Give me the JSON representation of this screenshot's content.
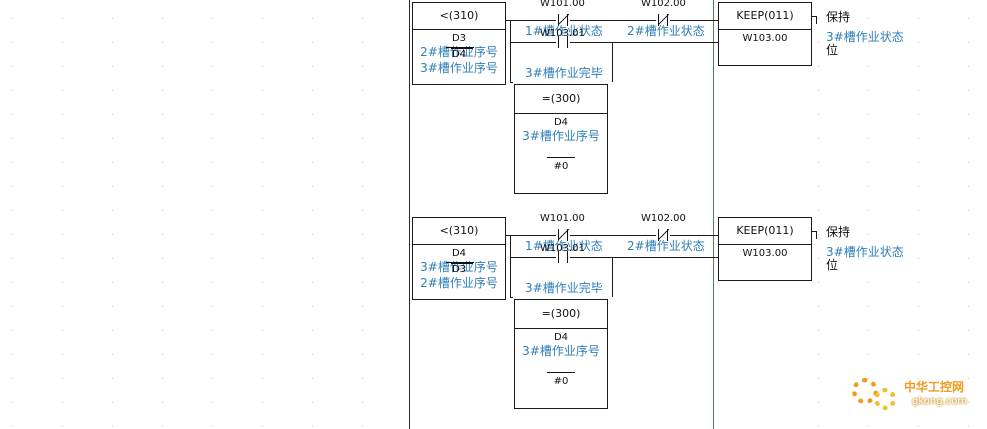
{
  "colors": {
    "comment": "#2f7fb9",
    "line": "#1a1a1a",
    "bus_right": "#3f8f3f",
    "grid": "#c9c9c9",
    "logo": "#f29a1f"
  },
  "rungs": [
    {
      "compare": {
        "title": "<(310)",
        "op1": "D3",
        "op1_cmt": "2#槽作业序号",
        "op2": "D4",
        "op2_cmt": "3#槽作业序号"
      },
      "contact1": {
        "addr": "W101.00",
        "cmt": "1#槽作业状态"
      },
      "contact2": {
        "addr": "W102.00",
        "cmt": "2#槽作业状态"
      },
      "contact3": {
        "addr": "W103.01",
        "cmt": "3#槽作业完毕"
      },
      "equal": {
        "title": "=(300)",
        "op1": "D4",
        "op1_cmt": "3#槽作业序号",
        "op2": "#0"
      },
      "keep": {
        "title": "KEEP(011)",
        "operand": "W103.00",
        "label": "保持",
        "cmt": "3#槽作业状态",
        "cmt2": "位"
      }
    },
    {
      "compare": {
        "title": "<(310)",
        "op1": "D4",
        "op1_cmt": "3#槽作业序号",
        "op2": "D3",
        "op2_cmt": "2#槽作业序号"
      },
      "contact1": {
        "addr": "W101.00",
        "cmt": "1#槽作业状态"
      },
      "contact2": {
        "addr": "W102.00",
        "cmt": "2#槽作业状态"
      },
      "contact3": {
        "addr": "W103.01",
        "cmt": "3#槽作业完毕"
      },
      "equal": {
        "title": "=(300)",
        "op1": "D4",
        "op1_cmt": "3#槽作业序号",
        "op2": "#0"
      },
      "keep": {
        "title": "KEEP(011)",
        "operand": "W103.00",
        "label": "保持",
        "cmt": "3#槽作业状态",
        "cmt2": "位"
      }
    }
  ],
  "logo": {
    "cn": "中华工控网",
    "en": "gkong.com",
    "icon": "gear-icon"
  }
}
